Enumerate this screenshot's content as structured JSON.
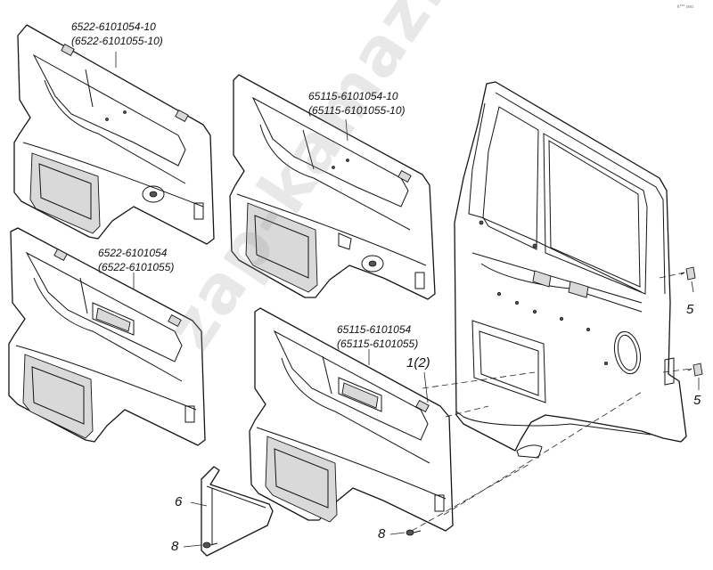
{
  "labels": {
    "panel_top_left_code_1": "6522-6101054-10",
    "panel_top_left_code_2": "(6522-6101055-10)",
    "panel_top_middle_code_1": "65115-6101054-10",
    "panel_top_middle_code_2": "(65115-6101055-10)",
    "panel_bottom_left_code_1": "6522-6101054",
    "panel_bottom_left_code_2": "(6522-6101055)",
    "panel_bottom_middle_code_1": "65115-6101054",
    "panel_bottom_middle_code_2": "(65115-6101055)",
    "callout_1_2": "1(2)",
    "callout_5_upper": "5",
    "callout_5_lower": "5",
    "callout_6": "6",
    "callout_8_left": "8",
    "callout_8_right": "8",
    "corner_mark": "k*** ooo"
  },
  "watermark": "zap-kamaz.ru"
}
